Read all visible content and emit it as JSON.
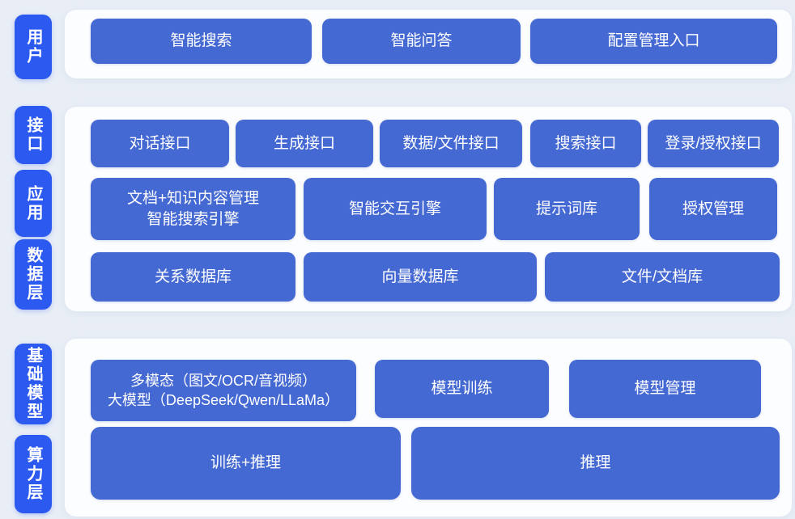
{
  "colors": {
    "page_bg": "#e9eef6",
    "panel_bg": "#fcfdfe",
    "layer_pill_blue": "#2c59ef",
    "node_blue": "#4569d3",
    "text_white": "#ffffff"
  },
  "layers": {
    "user": "用户",
    "interface": "接口",
    "application": "应用",
    "data_layer": "数据层",
    "base_model": "基础模型",
    "compute_layer": "算力层"
  },
  "nodes": {
    "smart_search": "智能搜索",
    "smart_qa": "智能问答",
    "config_mgmt_entry": "配置管理入口",
    "dialog_api": "对话接口",
    "generation_api": "生成接口",
    "data_file_api": "数据/文件接口",
    "search_api": "搜索接口",
    "login_auth_api": "登录/授权接口",
    "doc_knowledge_line1": "文档+知识内容管理",
    "doc_knowledge_line2": "智能搜索引擎",
    "interactive_engine": "智能交互引擎",
    "prompt_library": "提示词库",
    "auth_mgmt": "授权管理",
    "relational_db": "关系数据库",
    "vector_db": "向量数据库",
    "file_doc_library": "文件/文档库",
    "multimodal_line1": "多模态（图文/OCR/音视频）",
    "multimodal_line2": "大模型（DeepSeek/Qwen/LLaMa）",
    "model_training": "模型训练",
    "model_mgmt": "模型管理",
    "training_inference": "训练+推理",
    "inference": "推理"
  }
}
